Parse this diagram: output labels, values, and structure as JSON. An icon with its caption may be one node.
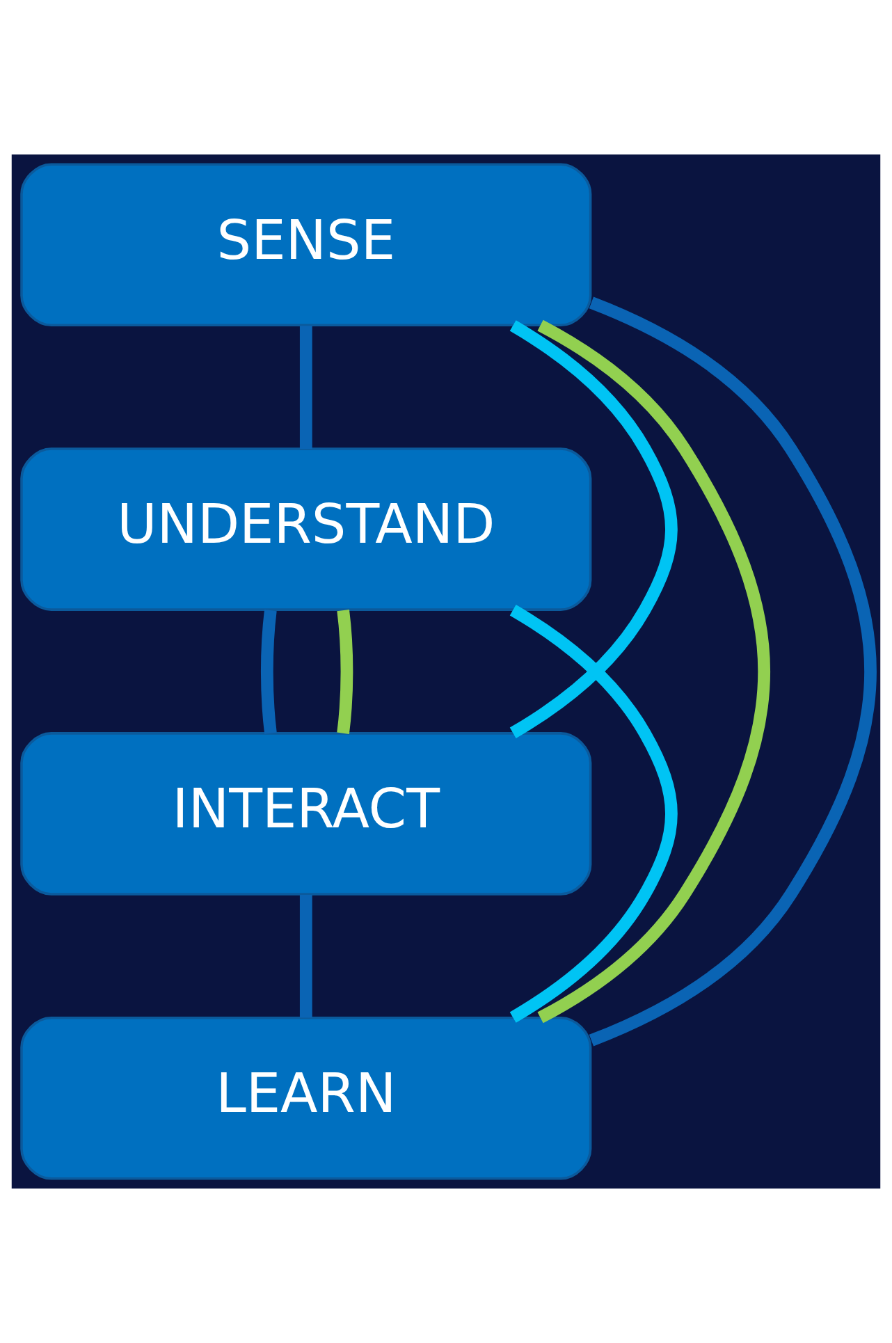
{
  "diagram": {
    "nodes": [
      {
        "text": [
          "SENSE"
        ]
      },
      {
        "text": [
          "UNDERSTAND"
        ]
      },
      {
        "text": [
          "INTERACT"
        ]
      },
      {
        "text": [
          "LEARN"
        ]
      }
    ],
    "edges": [
      {
        "from": 0,
        "to": 1,
        "arrow": "none"
      },
      {
        "from": 1,
        "to": 2,
        "arrow": "none"
      },
      {
        "from": 2,
        "to": 3,
        "arrow": "none"
      },
      {
        "from": 3,
        "to": 0,
        "arrow": "none"
      },
      {
        "from": 0,
        "to": 2,
        "arrow": "none",
        "color": "#00c4f4"
      },
      {
        "from": 1,
        "to": 3,
        "arrow": "none",
        "color": "#00c4f4"
      },
      {
        "from": 0,
        "to": 3,
        "arrow": "none",
        "color": "#92d050"
      },
      {
        "from": 1,
        "to": 2,
        "arrow": "none",
        "color": "#92d050"
      }
    ]
  }
}
